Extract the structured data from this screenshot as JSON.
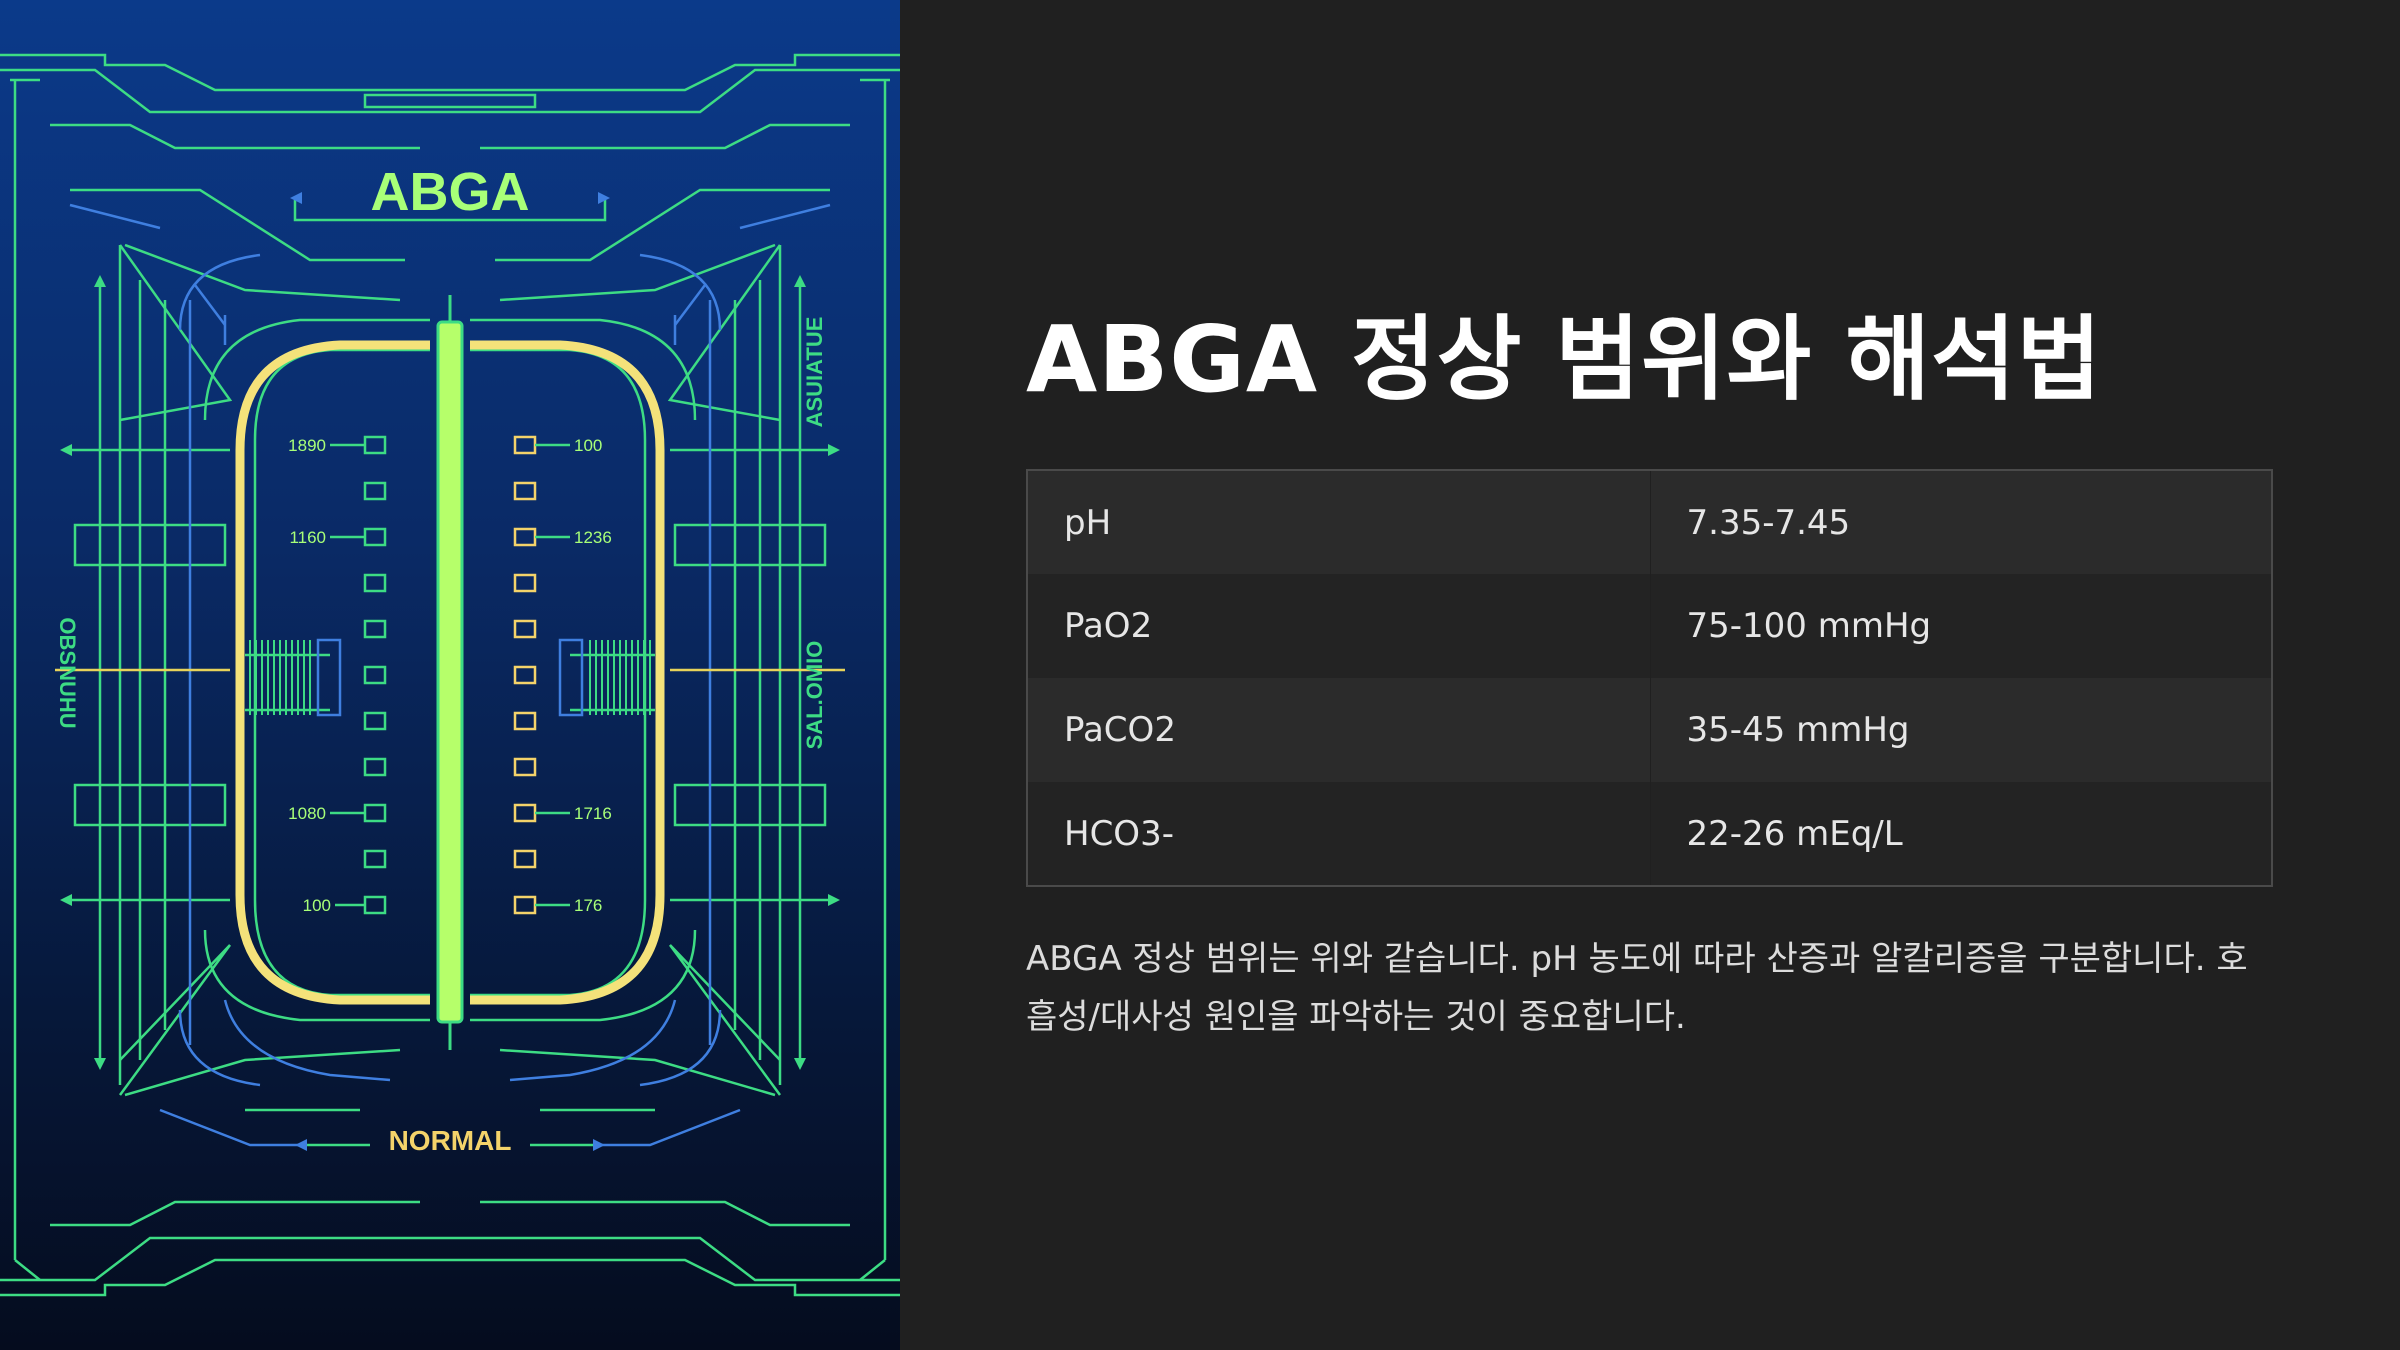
{
  "illustration": {
    "title": "ABGA",
    "footer": "NORMAL",
    "left_side_label": "OBSNUHU",
    "right_top_label": "ASUIATUE",
    "right_bottom_label": "SAL.OMIO",
    "left_ticks": [
      "1890",
      "1160",
      "1080",
      "100"
    ],
    "right_ticks": [
      "100",
      "1236",
      "1716",
      "176"
    ],
    "colors": {
      "line": "#3ddc84",
      "accent_blue": "#3f7fe0",
      "capsule": "#f4e27a",
      "bar": "#b6ff6a",
      "label_green": "#a8ff78",
      "label_yellow": "#f4d36a"
    }
  },
  "content": {
    "title": "ABGA 정상 범위와 해석법",
    "table": [
      {
        "param": "pH",
        "value": "7.35-7.45"
      },
      {
        "param": "PaO2",
        "value": "75-100 mmHg"
      },
      {
        "param": "PaCO2",
        "value": "35-45 mmHg"
      },
      {
        "param": "HCO3-",
        "value": "22-26 mEq/L"
      }
    ],
    "description": "ABGA 정상 범위는 위와 같습니다. pH 농도에 따라 산증과 알칼리증을 구분합니다. 호흡성/대사성 원인을 파악하는 것이 중요합니다."
  }
}
